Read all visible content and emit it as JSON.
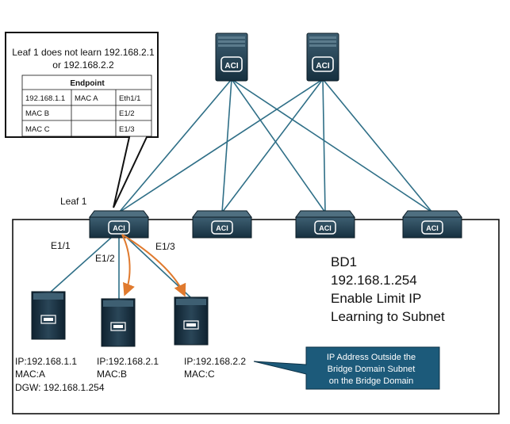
{
  "callout": {
    "line1": "Leaf 1 does not learn 192.168.2.1",
    "line2": "or 192.168.2.2",
    "table_title": "Endpoint",
    "rows": [
      [
        "192.168.1.1",
        "MAC A",
        "Eth1/1"
      ],
      [
        "MAC B",
        "",
        "E1/2"
      ],
      [
        "MAC C",
        "",
        "E1/3"
      ]
    ]
  },
  "leaf1_label": "Leaf 1",
  "device_logo": "ACI",
  "ports": {
    "p1": "E1/1",
    "p2": "E1/2",
    "p3": "E1/3"
  },
  "bd": {
    "line1": "BD1",
    "line2": "192.168.1.254",
    "line3": "Enable Limit IP",
    "line4": "Learning to Subnet"
  },
  "hosts": [
    {
      "ip": "IP:192.168.1.1",
      "mac": "MAC:A",
      "dgw": "DGW: 192.168.1.254"
    },
    {
      "ip": "IP:192.168.2.1",
      "mac": "MAC:B"
    },
    {
      "ip": "IP:192.168.2.2",
      "mac": "MAC:C"
    }
  ],
  "note": {
    "line1": "IP Address Outside the",
    "line2": "Bridge Domain Subnet",
    "line3": "on the Bridge Domain"
  },
  "colors": {
    "link": "#2f6f87",
    "device": "#1c3a4c",
    "arrow": "#e07a2e",
    "note_bg": "#1c5a7a"
  }
}
